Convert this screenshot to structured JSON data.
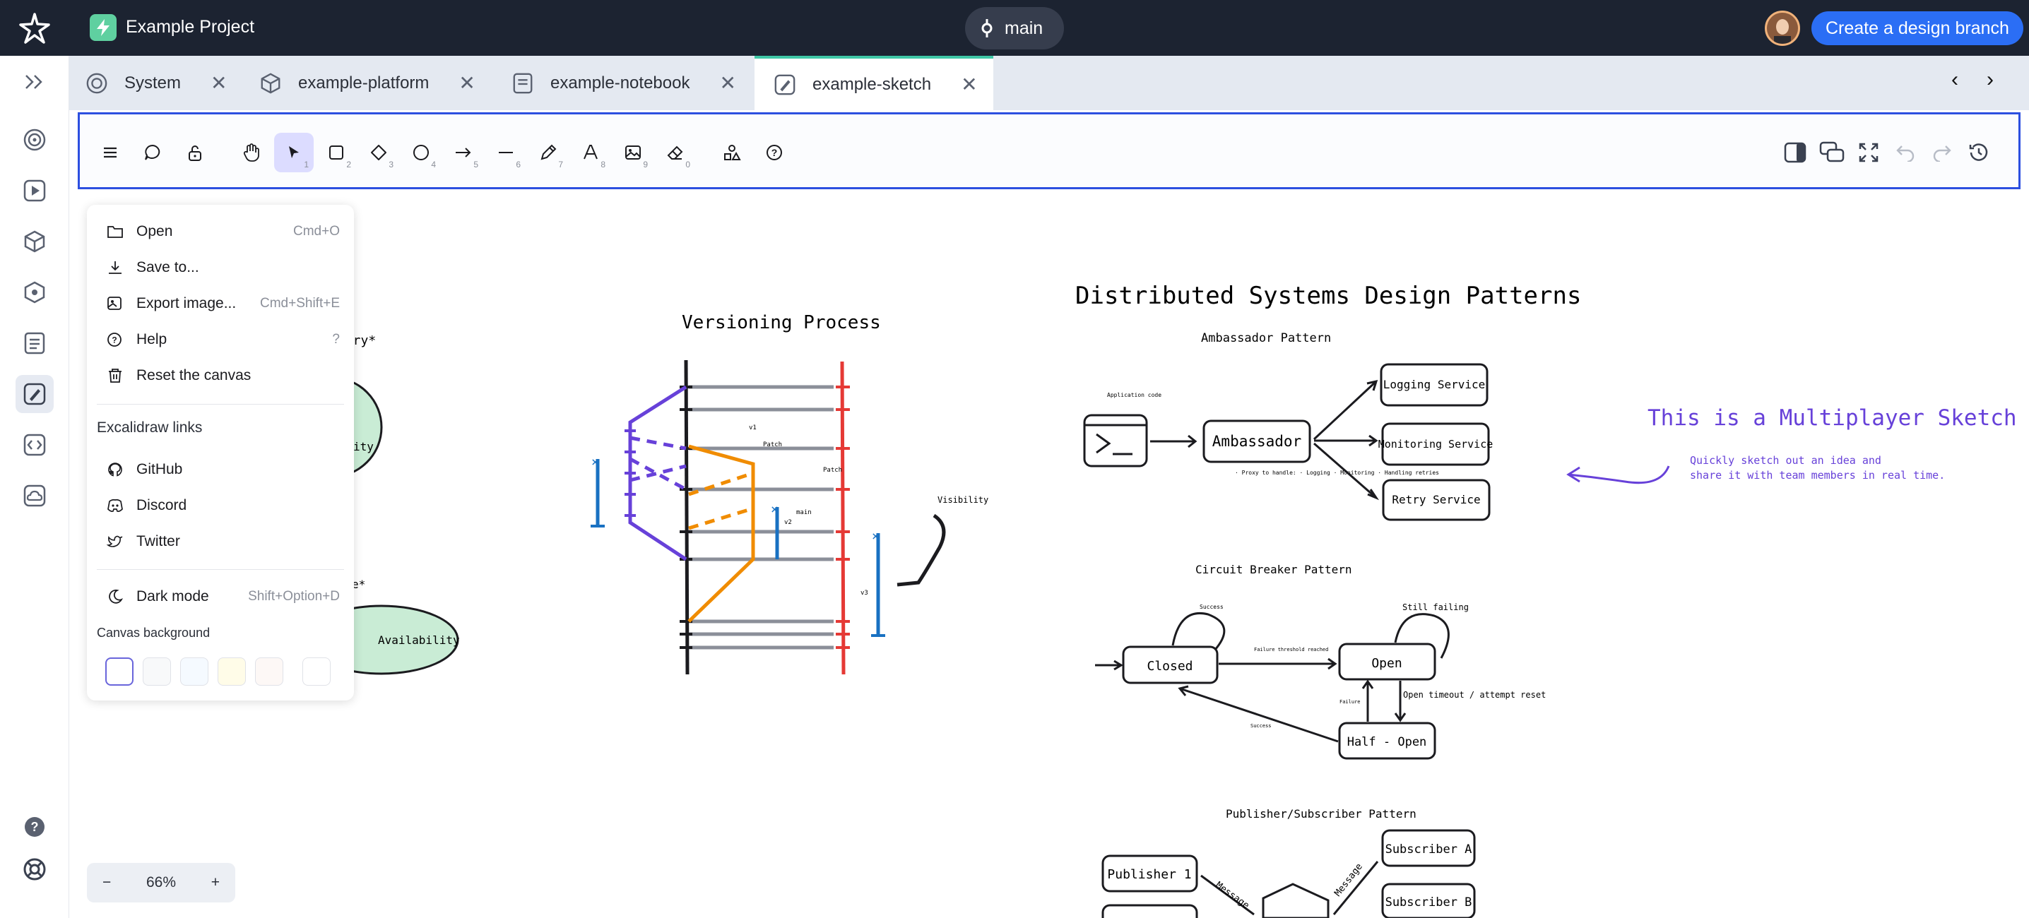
{
  "app": {
    "project_name": "Example Project",
    "branch": "main",
    "create_branch_label": "Create a design branch"
  },
  "tabs": [
    {
      "label": "System",
      "icon": "system-icon"
    },
    {
      "label": "example-platform",
      "icon": "box-icon"
    },
    {
      "label": "example-notebook",
      "icon": "notebook-icon"
    },
    {
      "label": "example-sketch",
      "icon": "sketch-icon"
    }
  ],
  "toolbar_tools": [
    "menu",
    "comment",
    "lock",
    "hand",
    "selection",
    "rectangle",
    "diamond",
    "ellipse",
    "arrow",
    "line",
    "draw",
    "text",
    "image",
    "eraser",
    "library",
    "help"
  ],
  "toolbar_shortcuts": {
    "selection": "1",
    "rectangle": "2",
    "diamond": "3",
    "ellipse": "4",
    "arrow": "5",
    "line": "6",
    "draw": "7",
    "text": "8",
    "image": "9",
    "eraser": "0"
  },
  "menu": {
    "open": {
      "label": "Open",
      "shortcut": "Cmd+O"
    },
    "save": {
      "label": "Save to..."
    },
    "export": {
      "label": "Export image...",
      "shortcut": "Cmd+Shift+E"
    },
    "help": {
      "label": "Help",
      "shortcut": "?"
    },
    "reset": {
      "label": "Reset the canvas"
    },
    "links_title": "Excalidraw links",
    "github": {
      "label": "GitHub"
    },
    "discord": {
      "label": "Discord"
    },
    "twitter": {
      "label": "Twitter"
    },
    "dark": {
      "label": "Dark mode",
      "shortcut": "Shift+Option+D"
    },
    "bg_title": "Canvas background",
    "swatches": [
      "#ffffff",
      "#f8f9fa",
      "#f5faff",
      "#fffce8",
      "#fdf8f6"
    ]
  },
  "zoom": {
    "minus": "−",
    "level": "66%",
    "plus": "+"
  },
  "canvas": {
    "versioning_title": "Versioning Process",
    "ds_title": "Distributed Systems Design Patterns",
    "ambassador_title": "Ambassador Pattern",
    "ambassador": "Ambassador",
    "logging": "Logging Service",
    "monitoring": "Monitoring Service",
    "retry": "Retry Service",
    "app_code": "Application code",
    "proxy_note": "· Proxy to handle: · Logging · Monitoring · Handling retries",
    "cb_title": "Circuit Breaker Pattern",
    "closed": "Closed",
    "open": "Open",
    "half_open": "Half - Open",
    "still_failing": "Still failing",
    "success": "Success",
    "failure_threshold": "Failure threshold reached",
    "open_timeout": "Open timeout / attempt reset",
    "failure": "Failure",
    "ps_title": "Publisher/Subscriber Pattern",
    "publisher1": "Publisher 1",
    "subA": "Subscriber A",
    "subB": "Subscriber B",
    "message": "Message",
    "multiplayer_title": "This is a Multiplayer Sketch",
    "multiplayer_desc1": "Quickly sketch out an idea and",
    "multiplayer_desc2": "share it with team members in real time.",
    "visibility": "Visibility",
    "availability": "Availability",
    "partial_ity": "ity",
    "partial_eory": "eory*",
    "partial_star": "e*",
    "v1": "v1",
    "patch": "Patch",
    "patch2": "Patch",
    "main_lbl": "main",
    "v2": "v2",
    "v3": "v3"
  }
}
